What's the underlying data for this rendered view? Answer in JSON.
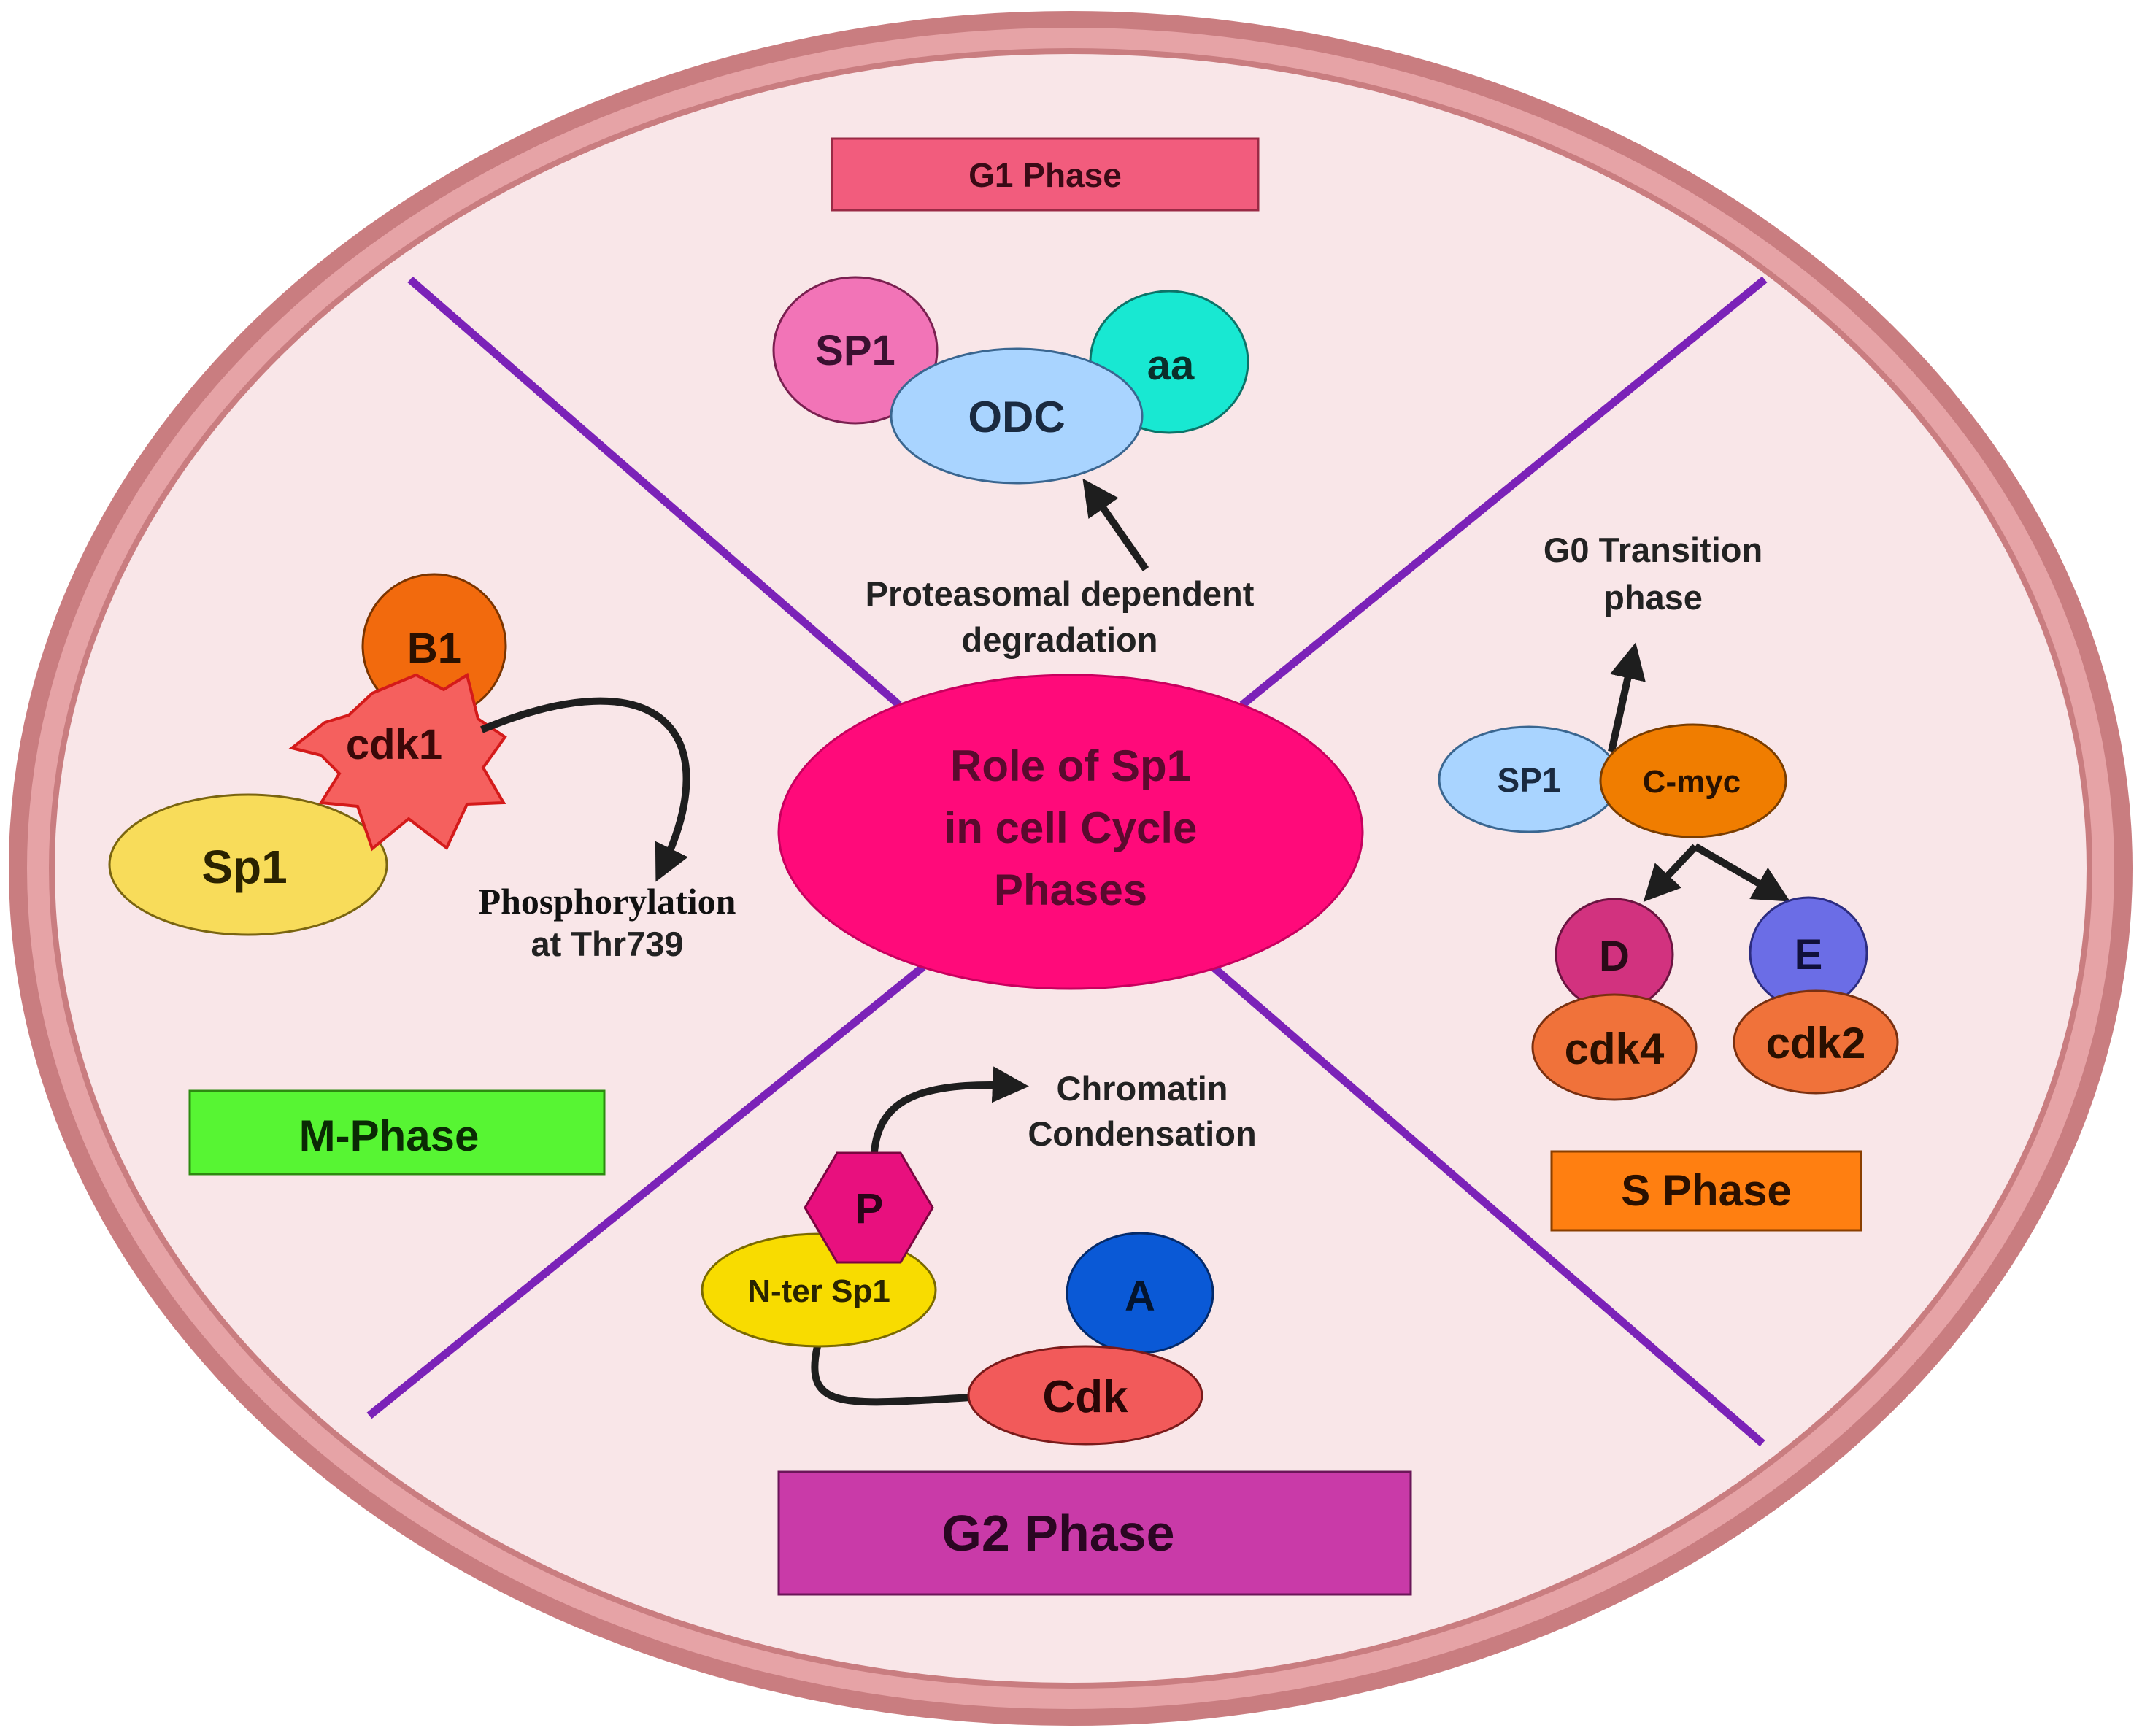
{
  "center": {
    "line1": "Role of Sp1",
    "line2": "in cell Cycle",
    "line3": "Phases"
  },
  "g1": {
    "phase_label": "G1 Phase",
    "sp1": "SP1",
    "odc": "ODC",
    "aa": "aa",
    "caption_line1": "Proteasomal dependent",
    "caption_line2": "degradation"
  },
  "s": {
    "phase_label": "S Phase",
    "transition_line1": "G0 Transition",
    "transition_line2": "phase",
    "sp1": "SP1",
    "cmyc": "C-myc",
    "d": "D",
    "cdk4": "cdk4",
    "e": "E",
    "cdk2": "cdk2"
  },
  "m": {
    "phase_label": "M-Phase",
    "b1": "B1",
    "cdk1": "cdk1",
    "sp1": "Sp1",
    "caption_line1": "Phosphorylation",
    "caption_line2": "at Thr739"
  },
  "g2": {
    "phase_label": "G2 Phase",
    "p": "P",
    "nter": "N-ter Sp1",
    "a": "A",
    "cdk": "Cdk",
    "caption_line1": "Chromatin",
    "caption_line2": "Condensation"
  },
  "colors": {
    "membrane_outer": "#c97d80",
    "membrane_inner": "#e6a3a6",
    "cytoplasm": "#f9e6e8",
    "divider": "#7b22b8",
    "center": "#ff0a7a",
    "g1_box": "#f25c7d",
    "s_box": "#ff7f11",
    "m_box": "#57f533",
    "g2_box": "#c93aa8"
  }
}
